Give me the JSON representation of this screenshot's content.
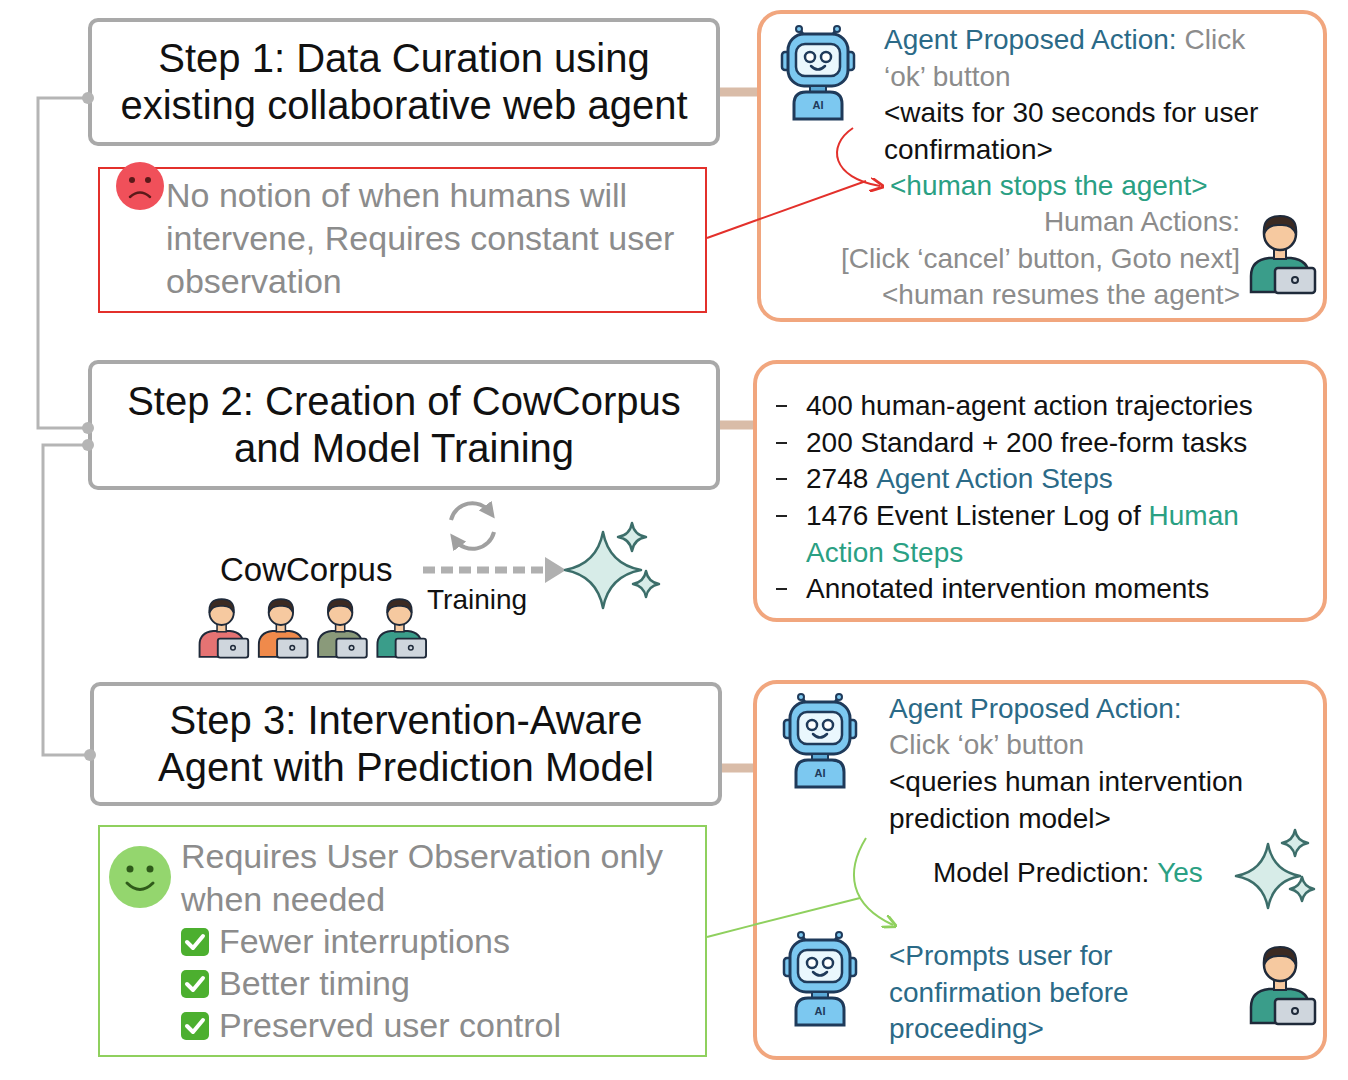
{
  "diagram": {
    "nodes": [
      {
        "text": [
          "Step 1: Data Curation using existing collaborative web agent"
        ]
      },
      {
        "text": [
          "No notion of when humans will intervene, Requires constant user observation"
        ]
      },
      {
        "text": [
          "Agent Proposed Action:",
          "Click ‘ok’ button",
          "<waits for 30 seconds for user confirmation>",
          "<human stops the agent>",
          "Human Actions:",
          "[Click ‘cancel’ button, Goto next]",
          "<human resumes the agent>"
        ]
      },
      {
        "text": [
          "Step 2: Creation of CowCorpus and Model Training"
        ]
      },
      {
        "text": [
          "400 human-agent action trajectories",
          "200 Standard + 200 free-form tasks",
          "2748",
          "Agent Action Steps",
          "1476 Event Listener Log of",
          "Human Action Steps",
          "Annotated intervention moments"
        ]
      },
      {
        "text": [
          "Step 3: Intervention-Aware Agent with Prediction Model"
        ]
      },
      {
        "text": [
          "Requires User Observation only when needed",
          "Fewer interruptions",
          "Better timing",
          "Preserved user control"
        ]
      },
      {
        "text": [
          "Agent Proposed Action:",
          "Click ‘ok’ button",
          "<queries human intervention prediction model>",
          "Model Prediction:",
          "Yes",
          "<Prompts user for confirmation before proceeding>"
        ]
      }
    ],
    "edges": [
      {
        "from": 0,
        "to": 2,
        "arrow": "none"
      },
      {
        "from": 1,
        "to": 2,
        "arrow": "none"
      },
      {
        "from": 3,
        "to": 4,
        "arrow": "none"
      },
      {
        "from": 5,
        "to": 7,
        "arrow": "none"
      },
      {
        "from": 6,
        "to": 7,
        "arrow": "none"
      },
      {
        "from": 0,
        "to": 3,
        "arrow": "none"
      },
      {
        "from": 3,
        "to": 5,
        "arrow": "none"
      }
    ],
    "labels": [
      "CowCorpus",
      "Training",
      "AI",
      "AI",
      "AI"
    ]
  }
}
